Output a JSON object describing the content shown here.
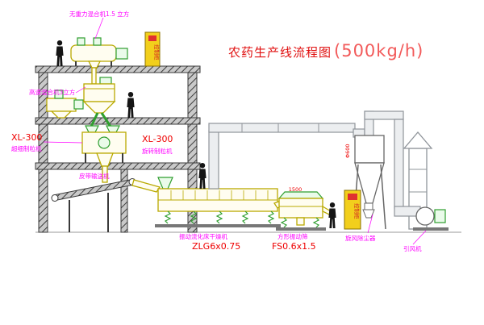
{
  "title": {
    "main": "农药生产线流程图",
    "capacity": "(500kg/h)"
  },
  "equipment_labels": {
    "zero_gravity_mixer": "无重力混合机1.5 立方",
    "high_speed_mixer": "高速混合机3立方",
    "granulator_left": {
      "model": "XL-300",
      "name": "超细制粒机"
    },
    "granulator_right": {
      "model": "XL-300",
      "name": "旋转制粒机"
    },
    "belt_conveyor": "皮带输送机",
    "fluid_bed_dryer": {
      "name": "振动流化床干燥机",
      "model": "ZLG6x0.75"
    },
    "vibrating_screen": {
      "name": "方形振动筛",
      "model": "FS0.6x1.5",
      "dimension": "1500"
    },
    "cyclone": "旋风除尘器",
    "fan": "引风机",
    "duct_diameter": "Φ600",
    "control_cabinet": "控制柜"
  },
  "colors": {
    "label_magenta": "#ff00ff",
    "label_red": "#ee0000",
    "title_red": "#e01010",
    "equipment_yellow": "#b9a900",
    "equipment_green": "#2f9e2f",
    "pipe_gray": "#8f949a",
    "structure_dark": "#3a3a3a",
    "cabinet_yellow": "#f2cf1c"
  }
}
